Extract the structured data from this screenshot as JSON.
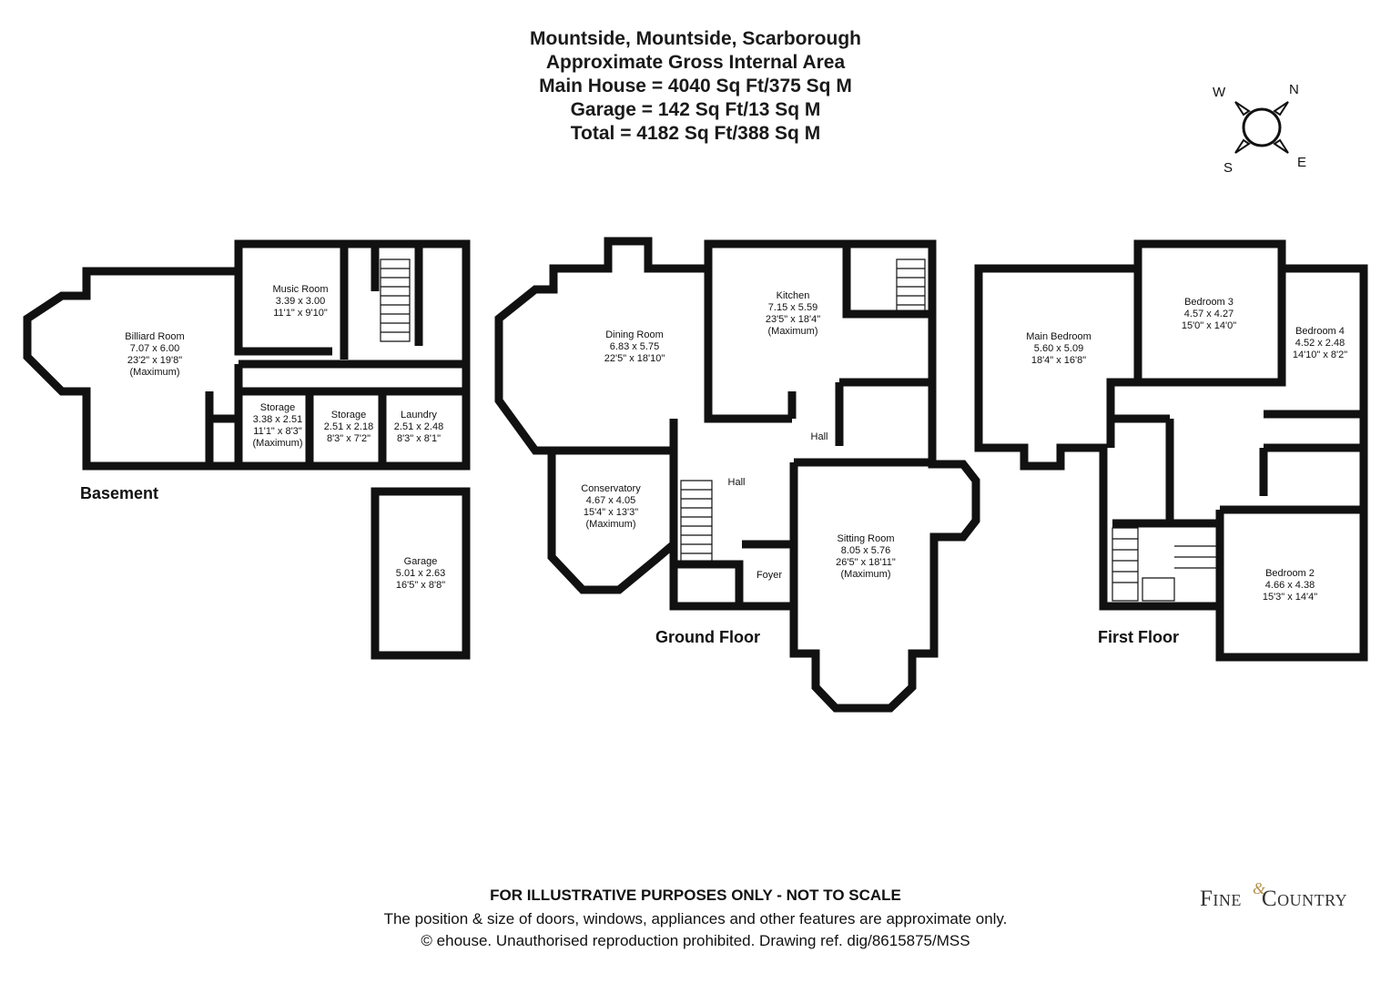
{
  "header": {
    "line1": "Mountside, Mountside, Scarborough",
    "line2": "Approximate Gross Internal Area",
    "line3": "Main House = 4040 Sq Ft/375 Sq M",
    "line4": "Garage = 142 Sq Ft/13 Sq M",
    "line5": "Total = 4182 Sq Ft/388 Sq M"
  },
  "compass": {
    "n": "N",
    "e": "E",
    "s": "S",
    "w": "W"
  },
  "floors": {
    "basement": "Basement",
    "ground": "Ground Floor",
    "first": "First Floor"
  },
  "rooms": {
    "billiard": {
      "name": "Billiard Room",
      "metric": "7.07 x 6.00",
      "imperial": "23'2\" x 19'8\"",
      "note": "(Maximum)"
    },
    "music": {
      "name": "Music Room",
      "metric": "3.39 x 3.00",
      "imperial": "11'1\" x 9'10\""
    },
    "storage1": {
      "name": "Storage",
      "metric": "3.38 x 2.51",
      "imperial": "11'1\" x 8'3\"",
      "note": "(Maximum)"
    },
    "storage2": {
      "name": "Storage",
      "metric": "2.51 x 2.18",
      "imperial": "8'3\" x 7'2\""
    },
    "laundry": {
      "name": "Laundry",
      "metric": "2.51 x 2.48",
      "imperial": "8'3\" x 8'1\""
    },
    "garage": {
      "name": "Garage",
      "metric": "5.01 x 2.63",
      "imperial": "16'5\" x 8'8\""
    },
    "dining": {
      "name": "Dining Room",
      "metric": "6.83 x 5.75",
      "imperial": "22'5\" x 18'10\""
    },
    "kitchen": {
      "name": "Kitchen",
      "metric": "7.15 x 5.59",
      "imperial": "23'5\" x 18'4\"",
      "note": "(Maximum)"
    },
    "conservatory": {
      "name": "Conservatory",
      "metric": "4.67 x 4.05",
      "imperial": "15'4\" x 13'3\"",
      "note": "(Maximum)"
    },
    "hall1": {
      "name": "Hall"
    },
    "hall2": {
      "name": "Hall"
    },
    "foyer": {
      "name": "Foyer"
    },
    "sitting": {
      "name": "Sitting Room",
      "metric": "8.05 x 5.76",
      "imperial": "26'5\" x 18'11\"",
      "note": "(Maximum)"
    },
    "main_bedroom": {
      "name": "Main Bedroom",
      "metric": "5.60 x 5.09",
      "imperial": "18'4\" x 16'8\""
    },
    "bedroom3": {
      "name": "Bedroom 3",
      "metric": "4.57 x 4.27",
      "imperial": "15'0\" x 14'0\""
    },
    "bedroom4": {
      "name": "Bedroom 4",
      "metric": "4.52 x 2.48",
      "imperial": "14'10\" x 8'2\""
    },
    "bedroom2": {
      "name": "Bedroom 2",
      "metric": "4.66 x 4.38",
      "imperial": "15'3\" x 14'4\""
    }
  },
  "footer": {
    "line1": "FOR ILLUSTRATIVE PURPOSES ONLY - NOT TO SCALE",
    "line2": "The position & size of doors, windows, appliances and other features are approximate only.",
    "line3": "© ehouse. Unauthorised reproduction prohibited. Drawing ref. dig/8615875/MSS"
  },
  "logo": {
    "left": "Fine",
    "amp": "&",
    "right": "Country"
  }
}
